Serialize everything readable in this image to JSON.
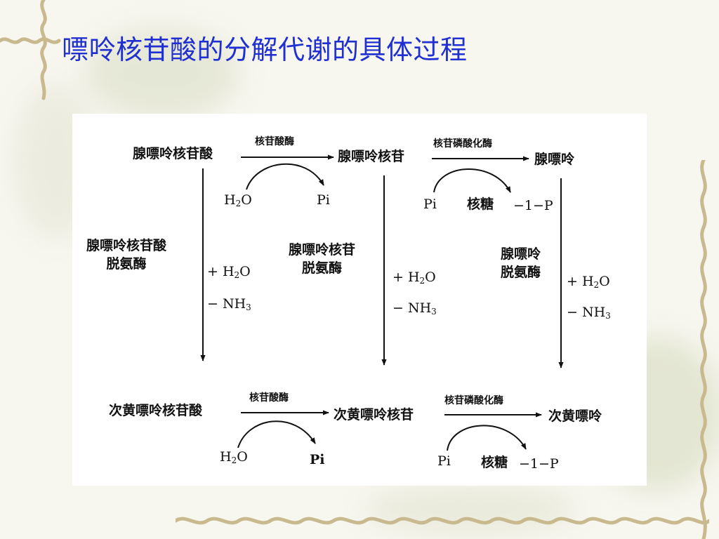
{
  "title": "嘌呤核苷酸的分解代谢的具体过程",
  "compounds": {
    "amp": "腺嘌呤核苷酸",
    "adenosine": "腺嘌呤核苷",
    "adenine": "腺嘌呤",
    "imp": "次黄嘌呤核苷酸",
    "inosine": "次黄嘌呤核苷",
    "hypoxanthine": "次黄嘌呤"
  },
  "enzymes": {
    "nucleotidase": "核苷酸酶",
    "nucleoside_phosphorylase": "核苷磷酸化酶",
    "amp_deaminase_l1": "腺嘌呤核苷酸",
    "amp_deaminase_l2": "脱氨酶",
    "adenosine_deaminase_l1": "腺嘌呤核苷",
    "adenosine_deaminase_l2": "脱氨酶",
    "adenine_deaminase_l1": "腺嘌呤",
    "adenine_deaminase_l2": "脱氨酶"
  },
  "reagents": {
    "water_h": "H",
    "water_sub": "2",
    "water_o": "O",
    "pi": "Pi",
    "ribose": "核糖",
    "ribose_phosphate": "−1−P",
    "plus_water_prefix": "+ H",
    "plus_water_sub": "2",
    "plus_water_suffix": "O",
    "minus_ammonia_prefix": "− NH",
    "minus_ammonia_sub": "3"
  }
}
